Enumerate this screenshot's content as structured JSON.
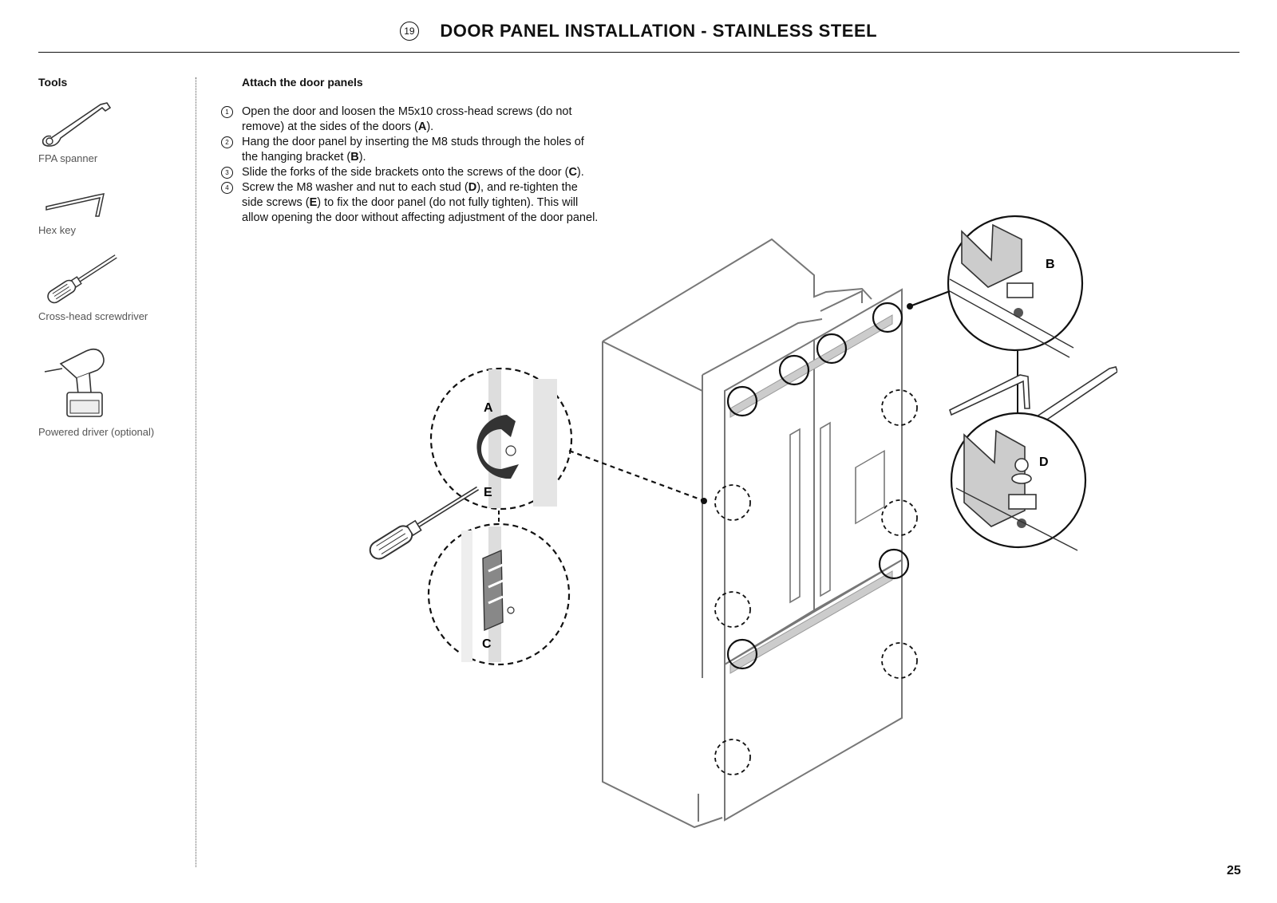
{
  "header": {
    "step_number": "19",
    "title": "DOOR PANEL INSTALLATION - STAINLESS STEEL"
  },
  "tools": {
    "heading": "Tools",
    "items": [
      {
        "label": "FPA spanner",
        "icon": "fpa-spanner-icon"
      },
      {
        "label": "Hex key",
        "icon": "hex-key-icon"
      },
      {
        "label": "Cross-head screwdriver",
        "icon": "cross-head-screwdriver-icon"
      },
      {
        "label": "Powered driver (optional)",
        "icon": "powered-driver-icon"
      }
    ]
  },
  "instructions": {
    "heading": "Attach the door panels",
    "steps": [
      {
        "num": "1",
        "parts": [
          "Open the door and loosen the M5x10 cross-head screws (do not remove) at the sides of the doors (",
          "A",
          ")."
        ]
      },
      {
        "num": "2",
        "parts": [
          "Hang the door panel by inserting the M8 studs through the holes of the hanging bracket (",
          "B",
          ")."
        ]
      },
      {
        "num": "3",
        "parts": [
          "Slide the forks of the side brackets onto the screws of the door (",
          "C",
          ")."
        ]
      },
      {
        "num": "4",
        "parts": [
          "Screw the M8 washer and nut to each stud (",
          "D",
          "), and re-tighten the side screws (",
          "E",
          ") to fix the door panel (do not fully tighten). This will allow opening the door without affecting adjustment of the door panel."
        ]
      }
    ]
  },
  "figure": {
    "labels": {
      "a": "A",
      "b": "B",
      "c": "C",
      "d": "D",
      "e": "E"
    }
  },
  "page_number": "25"
}
